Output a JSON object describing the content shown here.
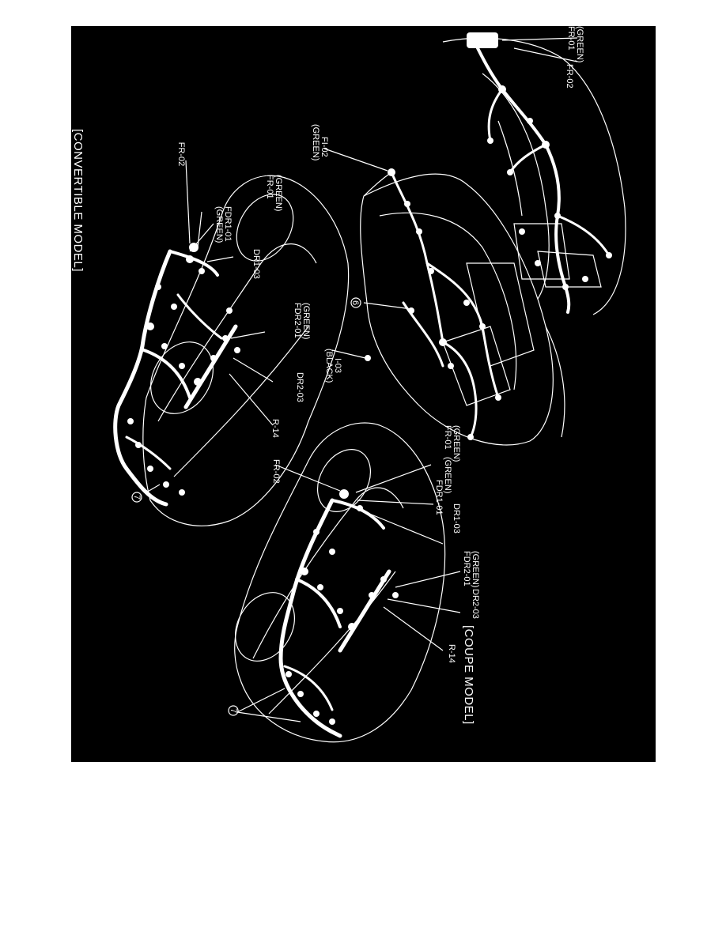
{
  "colors": {
    "background": "#ffffff",
    "panel": "#000000",
    "ink": "#ffffff"
  },
  "convertible": {
    "title": "[CONVERTIBLE MODEL]",
    "labels": {
      "fr02": "FR-02",
      "fr01_color": "(GREEN)",
      "fr01": "FR-01",
      "fdr101": "FDR1-01",
      "fdr101_color": "(GREEN)",
      "dr103": "DR1-03",
      "fdr201_color": "(GREEN)",
      "fdr201": "FDR2-01",
      "dr203": "DR2-03",
      "r14": "R-14",
      "callout7": "7"
    }
  },
  "interior": {
    "labels": {
      "fi02": "FI-02",
      "fi02_color": "(GREEN)",
      "callout6": "6",
      "i03": "I-03",
      "i03_color": "(BLACK)"
    }
  },
  "dashboard": {
    "labels": {
      "fr01_color": "(GREEN)",
      "fr01": "FR-01",
      "fr02": "FR-02"
    }
  },
  "coupe": {
    "title": "[COUPE MODEL]",
    "labels": {
      "fr02": "FR-02",
      "fr01_color": "(GREEN)",
      "fr01": "FR-01",
      "fdr101_color": "(GREEN)",
      "fdr101": "FDR1-01",
      "dr103": "DR1-03",
      "fdr201_color": "(GREEN)",
      "fdr201": "FDR2-01",
      "dr203": "DR2-03",
      "r14": "R-14",
      "callout7": "7"
    }
  }
}
